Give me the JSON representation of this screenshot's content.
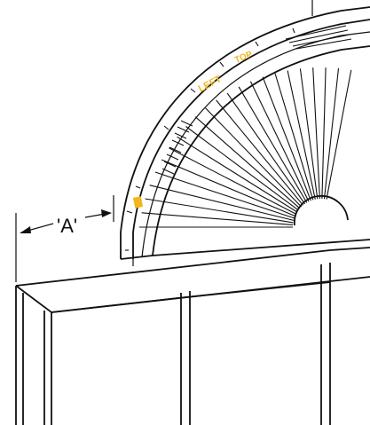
{
  "dimension_label": "'A'",
  "arch_labels": {
    "left": "LEFT",
    "top": "TOP"
  },
  "colors": {
    "line": "#111111",
    "label_yellow": "#f2b51d",
    "background": "#ffffff"
  }
}
